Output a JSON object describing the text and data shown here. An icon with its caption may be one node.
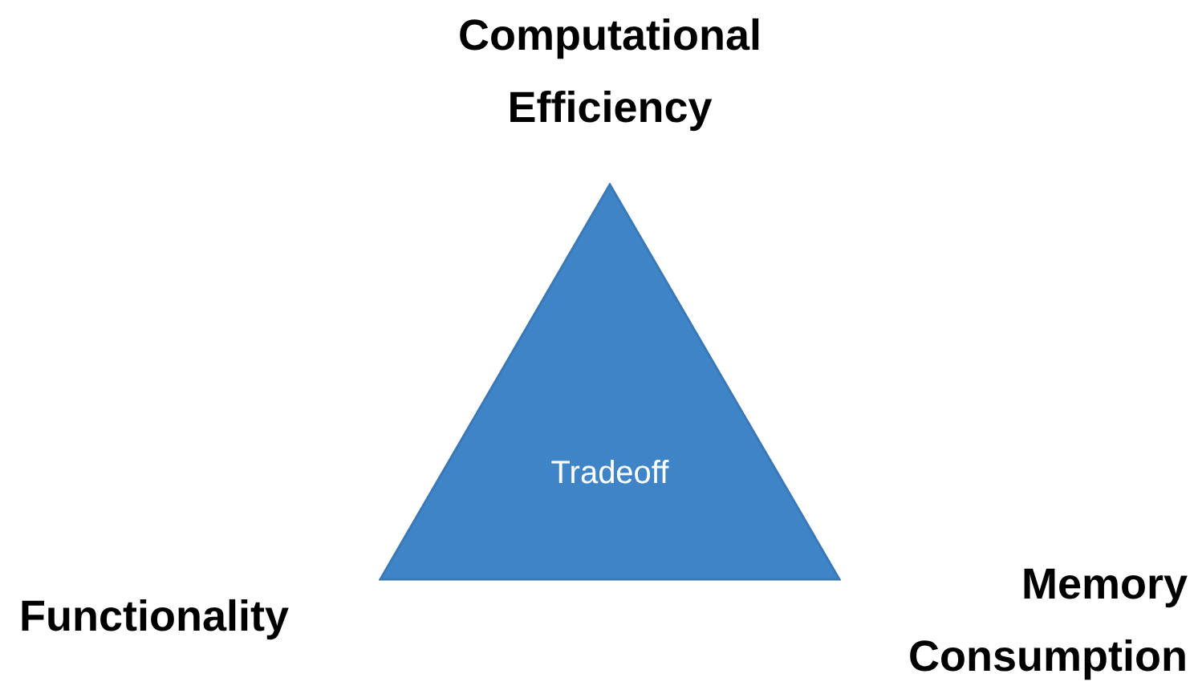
{
  "diagram": {
    "nodes": [
      {
        "text": [
          "Tradeoff"
        ]
      }
    ],
    "labels": [
      "Computational Efficiency",
      "Functionality",
      "Memory Consumption"
    ]
  }
}
